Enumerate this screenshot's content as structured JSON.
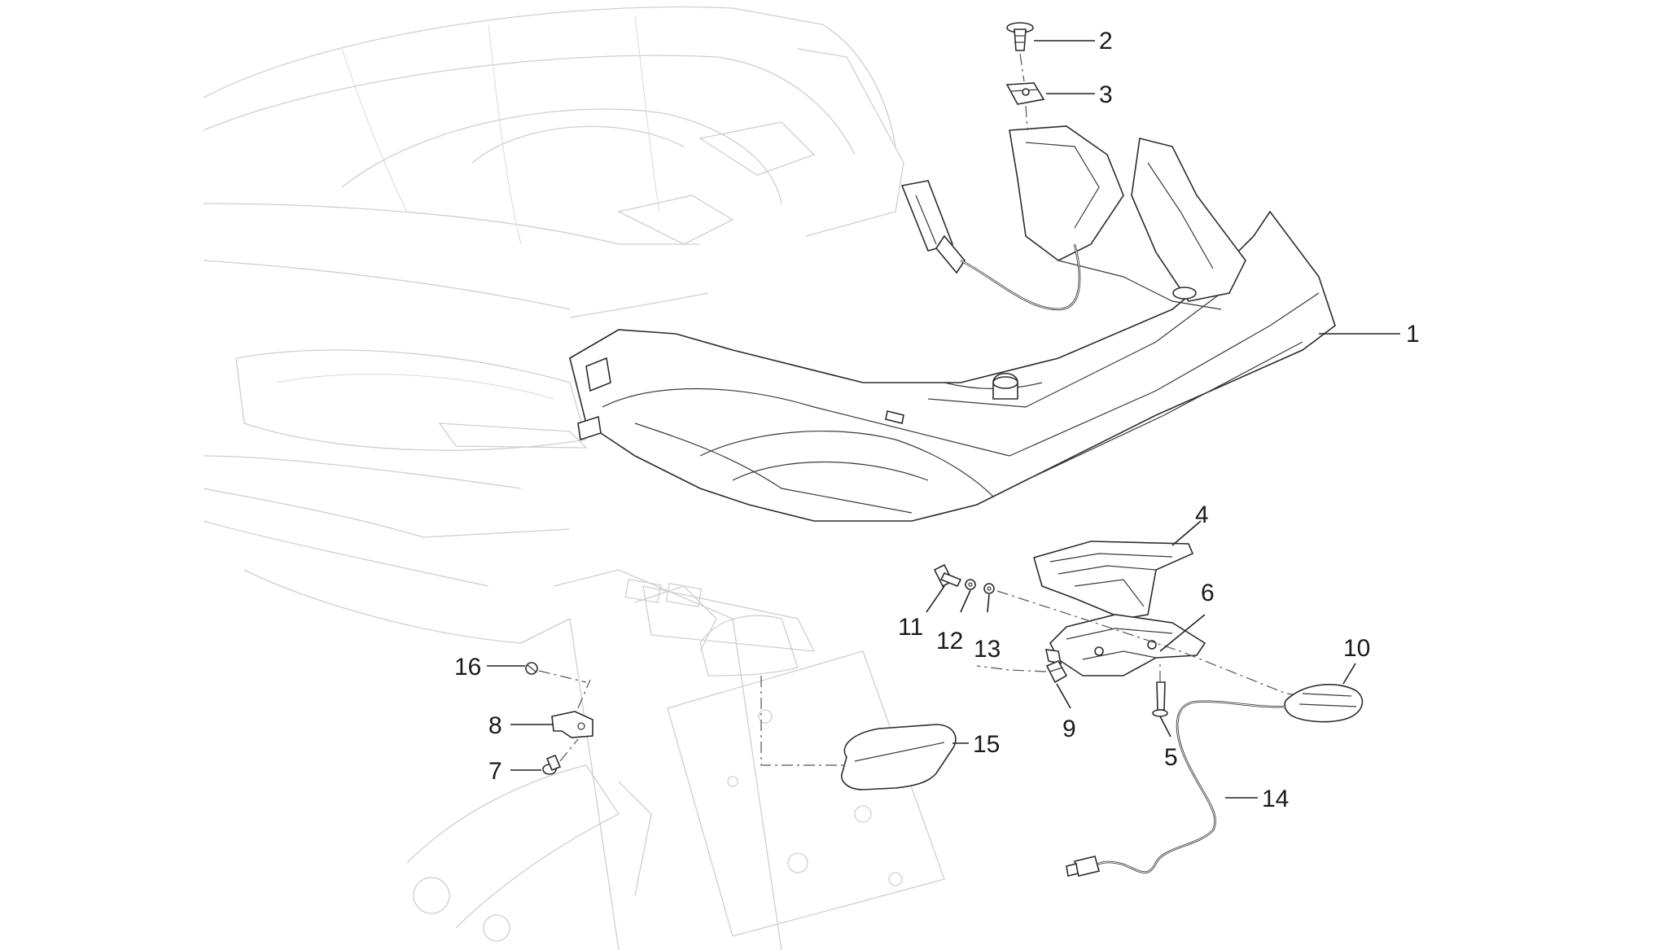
{
  "diagram": {
    "callouts": [
      {
        "label": "1"
      },
      {
        "label": "2"
      },
      {
        "label": "3"
      },
      {
        "label": "4"
      },
      {
        "label": "5"
      },
      {
        "label": "6"
      },
      {
        "label": "7"
      },
      {
        "label": "8"
      },
      {
        "label": "9"
      },
      {
        "label": "10"
      },
      {
        "label": "11"
      },
      {
        "label": "12"
      },
      {
        "label": "13"
      },
      {
        "label": "14"
      },
      {
        "label": "15"
      },
      {
        "label": "16"
      }
    ]
  }
}
